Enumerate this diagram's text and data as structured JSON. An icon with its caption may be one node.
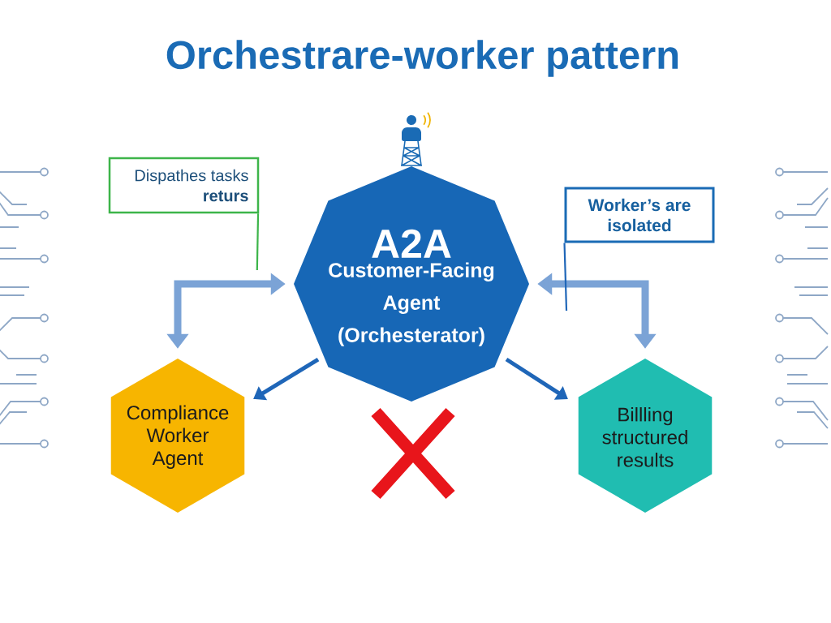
{
  "diagram": {
    "title": "Orchestrare-worker pattern",
    "nodes": [
      {
        "text": [
          "Dispathes tasks **returs**"
        ]
      },
      {
        "text": [
          "A2A",
          "Customer-Facing Agent (Orchesterator)"
        ]
      },
      {
        "text": [
          "Worker’s are isolated"
        ]
      },
      {
        "text": [
          "Compliance Worker Agent"
        ]
      },
      {
        "text": [
          "Billling structured results"
        ]
      }
    ],
    "edges": [
      {
        "from": 1,
        "to": 3,
        "arrow": "both",
        "style": "thick",
        "color": "#7ba3d6"
      },
      {
        "from": 1,
        "to": 4,
        "arrow": "both",
        "style": "thick",
        "color": "#7ba3d6"
      },
      {
        "from": 1,
        "to": 3,
        "arrow": "to"
      },
      {
        "from": 1,
        "to": 4,
        "arrow": "to"
      },
      {
        "from": 0,
        "to": null,
        "arrow": "none",
        "color": "#3db54a"
      },
      {
        "from": 2,
        "to": null,
        "arrow": "none"
      }
    ]
  }
}
